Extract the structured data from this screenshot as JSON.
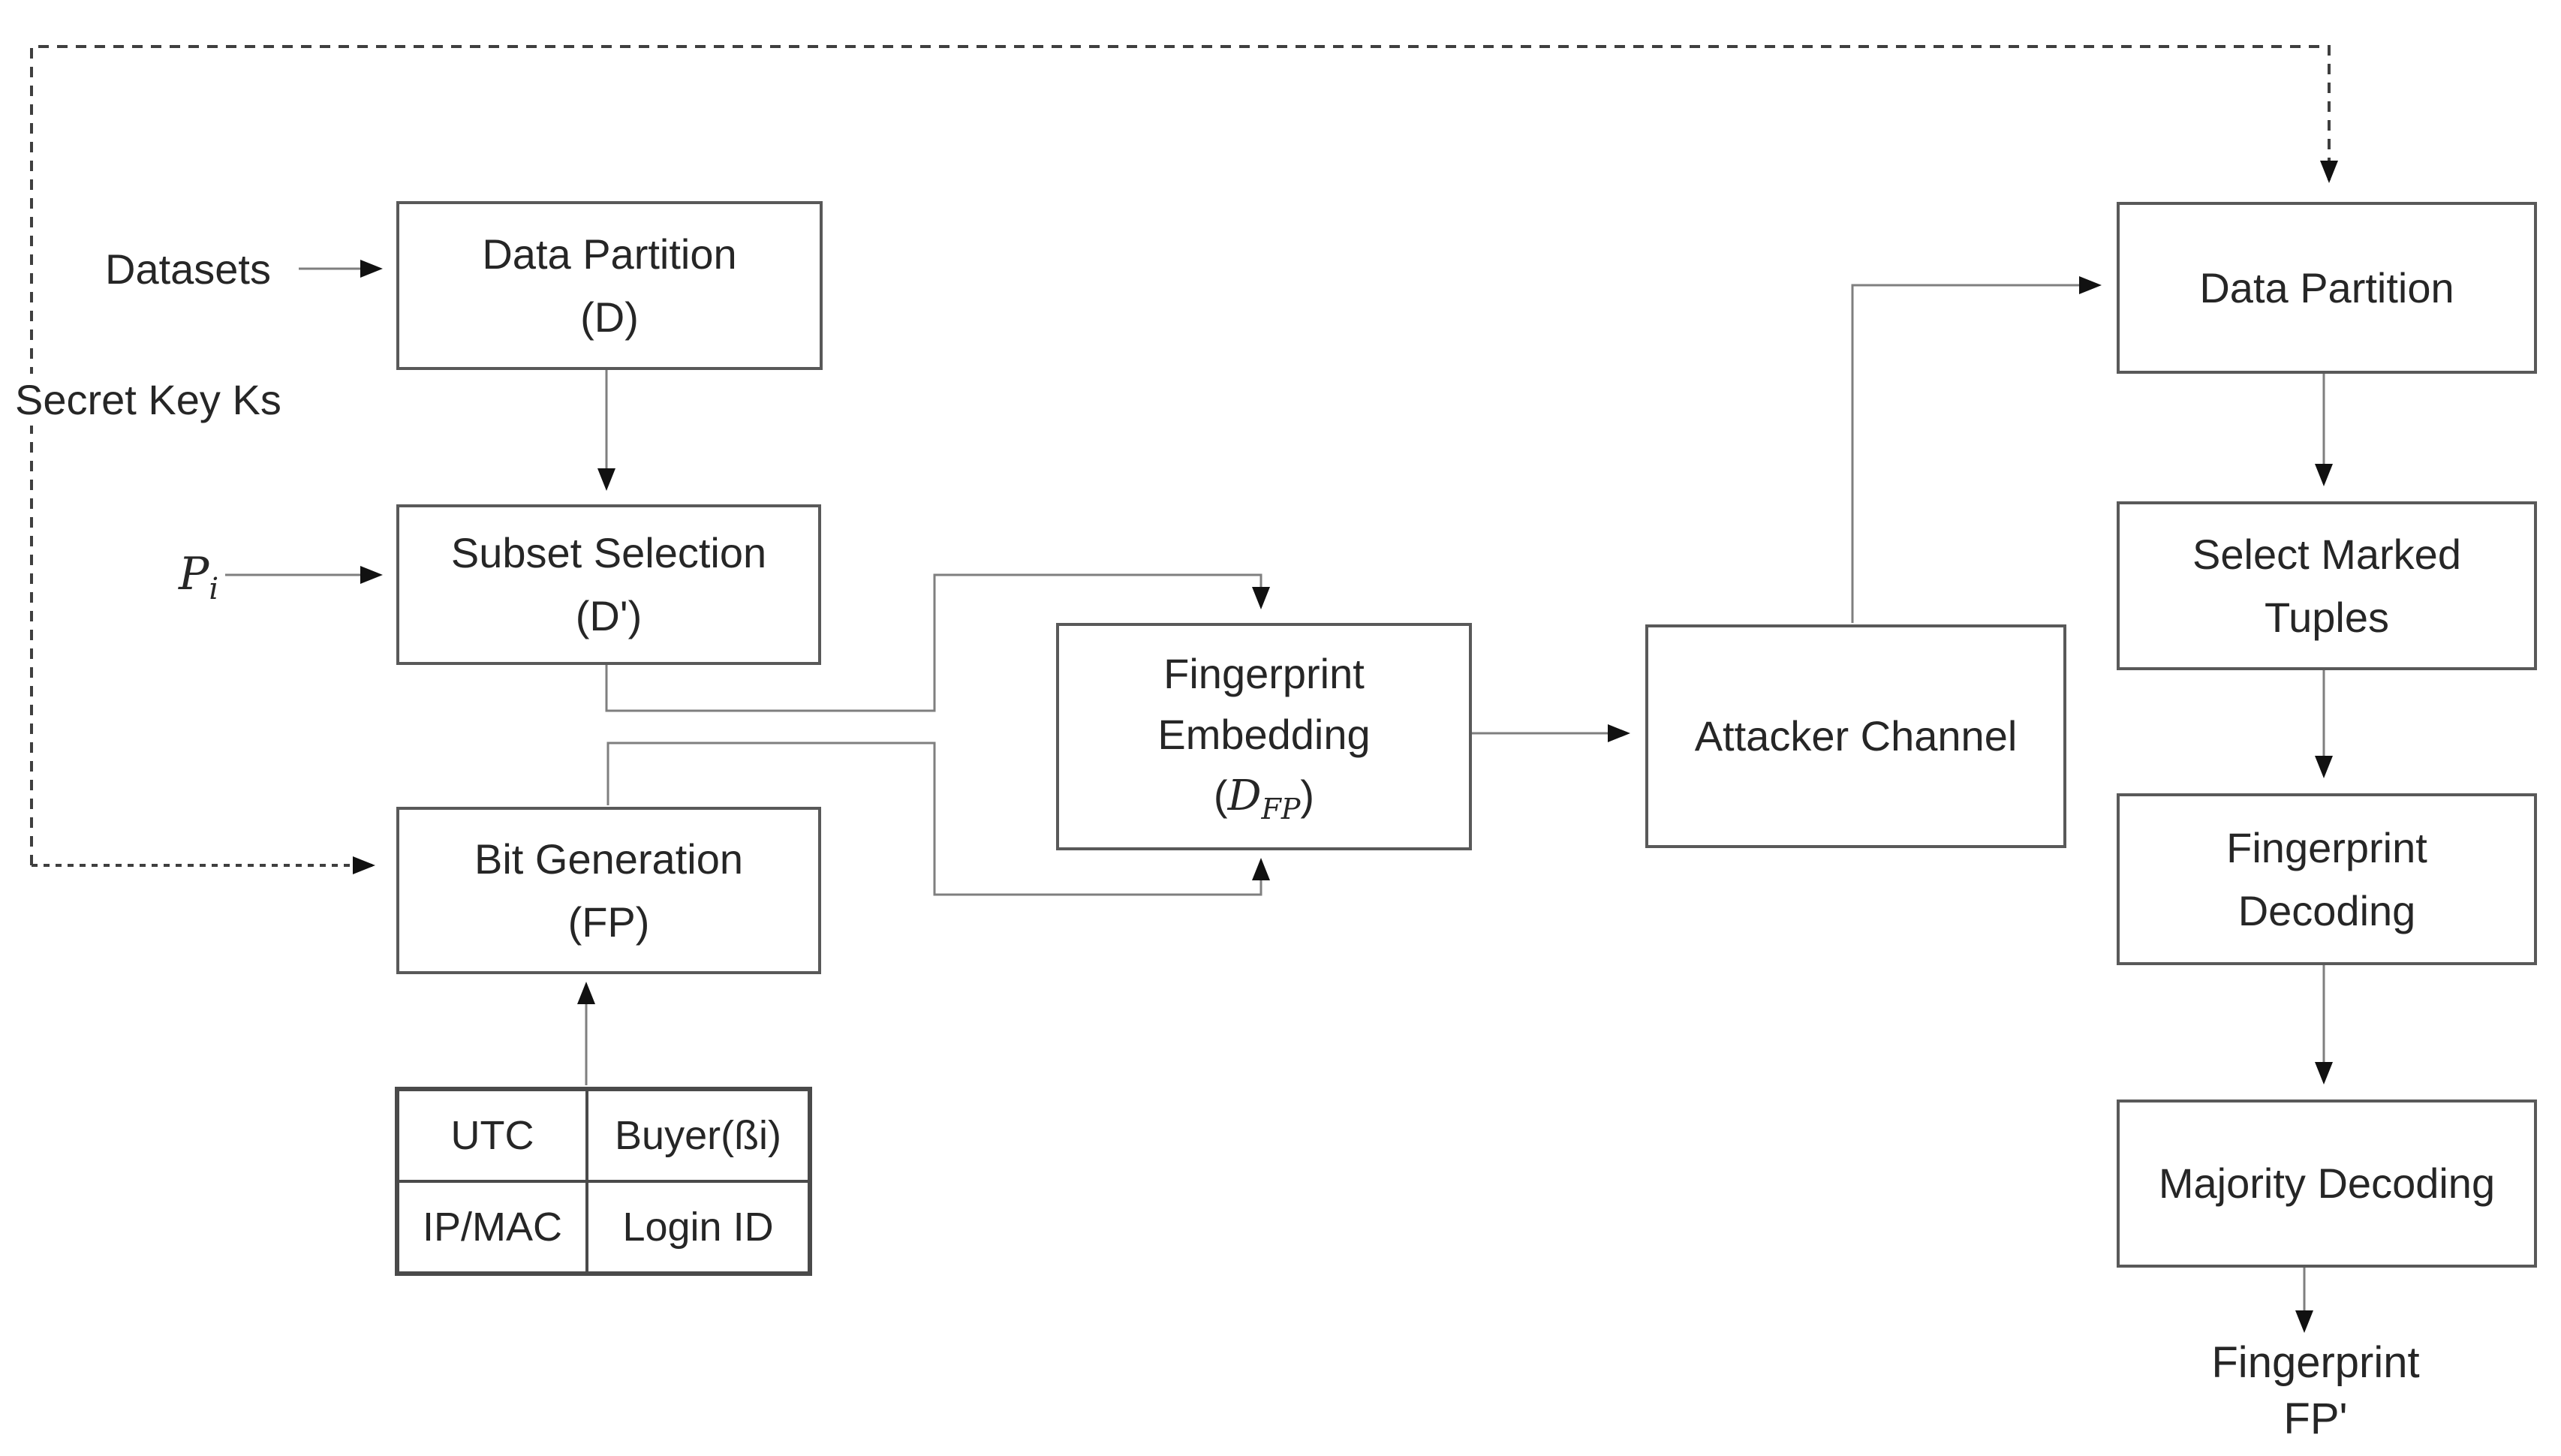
{
  "diagram": {
    "labels": {
      "datasets": "Datasets",
      "secret_key": "Secret Key Ks",
      "pi_base": "P",
      "pi_sub": "i",
      "output_line1": "Fingerprint",
      "output_line2": "FP'"
    },
    "boxes": {
      "data_partition_left": {
        "line1": "Data Partition",
        "line2": "(D)"
      },
      "subset_selection": {
        "line1": "Subset Selection",
        "line2": "(D')"
      },
      "bit_generation": {
        "line1": "Bit Generation",
        "line2": "(FP)"
      },
      "fingerprint_embedding": {
        "line1": "Fingerprint",
        "line2": "Embedding",
        "paren_open": "(",
        "d_base": "D",
        "d_sub": "FP",
        "paren_close": ")"
      },
      "attacker_channel": {
        "line1": "Attacker Channel"
      },
      "data_partition_right": {
        "line1": "Data Partition"
      },
      "select_marked_tuples": {
        "line1": "Select Marked",
        "line2": "Tuples"
      },
      "fingerprint_decoding": {
        "line1": "Fingerprint",
        "line2": "Decoding"
      },
      "majority_decoding": {
        "line1": "Majority Decoding"
      }
    },
    "table": {
      "cells": [
        [
          "UTC",
          "Buyer(ßi)"
        ],
        [
          "IP/MAC",
          "Login ID"
        ]
      ]
    },
    "colors": {
      "background": "#ffffff",
      "box_border": "#595959",
      "text": "#262626",
      "solid_connector": "#7f7f7f",
      "dashed_connector": "#3f3f3f",
      "arrowhead": "#111111"
    }
  }
}
